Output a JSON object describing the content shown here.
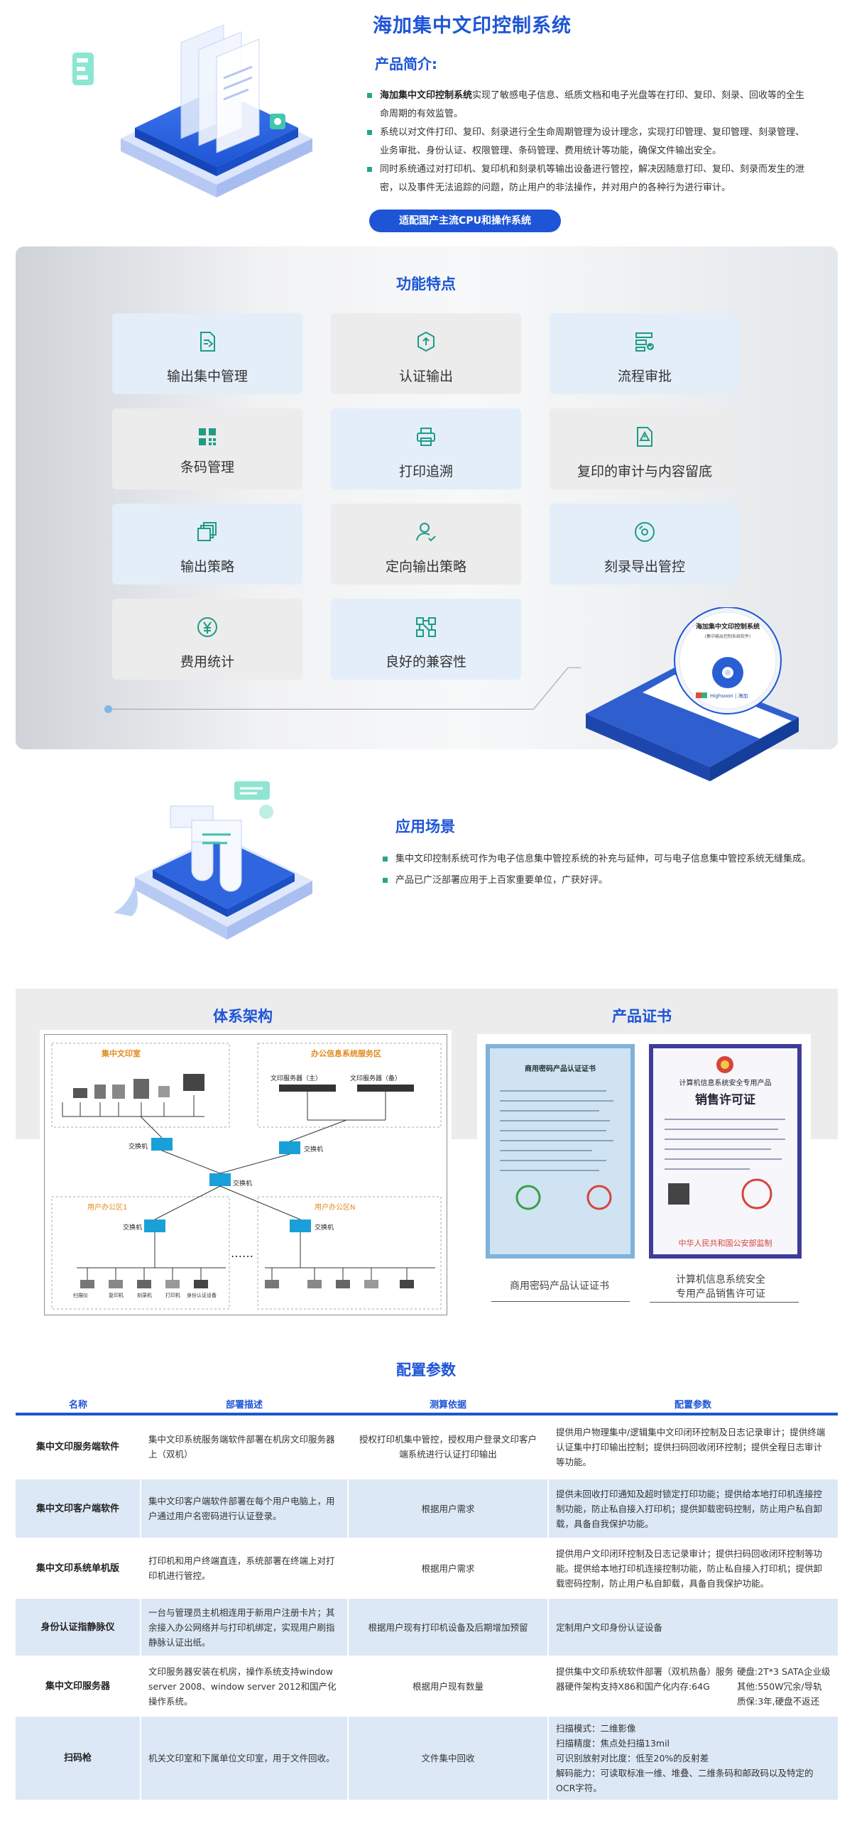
{
  "header": {
    "title": "海加集中文印控制系统",
    "intro_heading": "产品简介:",
    "intro_items": [
      {
        "bold": "海加集中文印控制系统",
        "text": "实现了敏感电子信息、纸质文档和电子光盘等在打印、复印、刻录、回收等的全生命周期的有效监管。"
      },
      {
        "bold": "",
        "text": "系统以对文件打印、复印、刻录进行全生命周期管理为设计理念，实现打印管理、复印管理、刻录管理、业务审批、身份认证、权限管理、条码管理、费用统计等功能，确保文件输出安全。"
      },
      {
        "bold": "",
        "text": "同时系统通过对打印机、复印机和刻录机等输出设备进行管控，解决因随意打印、复印、刻录而发生的泄密，以及事件无法追踪的问题，防止用户的非法操作，并对用户的各种行为进行审计。"
      }
    ],
    "badge": "适配国产主流CPU和操作系统"
  },
  "features": {
    "title": "功能特点",
    "items": [
      {
        "label": "输出集中管理",
        "icon": "document-export-icon"
      },
      {
        "label": "认证输出",
        "icon": "shield-upload-icon"
      },
      {
        "label": "流程审批",
        "icon": "approval-flow-icon"
      },
      {
        "label": "条码管理",
        "icon": "barcode-grid-icon"
      },
      {
        "label": "打印追溯",
        "icon": "printer-icon"
      },
      {
        "label": "复印的审计与内容留底",
        "icon": "audit-document-icon"
      },
      {
        "label": "输出策略",
        "icon": "layers-icon"
      },
      {
        "label": "定向输出策略",
        "icon": "user-check-icon"
      },
      {
        "label": "刻录导出管控",
        "icon": "disc-icon"
      },
      {
        "label": "费用统计",
        "icon": "yen-coin-icon"
      },
      {
        "label": "良好的兼容性",
        "icon": "network-nodes-icon"
      }
    ],
    "disc": {
      "label": "海加集中文印控制系统",
      "sublabel": "(集中输出控制系统软件)",
      "brand": "Highsoon | 海加"
    }
  },
  "scenario": {
    "title": "应用场景",
    "items": [
      "集中文印控制系统可作为电子信息集中管控系统的补充与延伸，可与电子信息集中管控系统无缝集成。",
      "产品已广泛部署应用于上百家重要单位，广获好评。"
    ]
  },
  "architecture": {
    "title": "体系架构",
    "zone_center": "集中文印室",
    "zone_office": "办公信息系统服务区",
    "zone_user1": "用户办公区1",
    "zone_userN": "用户办公区N",
    "server_main": "文印服务器（主）",
    "server_backup": "文印服务器（备）",
    "switch": "交换机",
    "dots": "……",
    "device_labels": [
      "扫描仪",
      "复印机",
      "刻录机",
      "打印机",
      "身份认证设备"
    ]
  },
  "certificates": {
    "title": "产品证书",
    "cert1_header": "商用密码产品认证证书",
    "cert1_caption": "商用密码产品认证证书",
    "cert2_header_small": "计算机信息系统安全专用产品",
    "cert2_header": "销售许可证",
    "cert2_footer": "中华人民共和国公安部监制",
    "cert2_caption_line1": "计算机信息系统安全",
    "cert2_caption_line2": "专用产品销售许可证"
  },
  "config": {
    "title": "配置参数",
    "headers": [
      "名称",
      "部署描述",
      "测算依据",
      "配置参数"
    ],
    "rows": [
      {
        "name": "集中文印服务端软件",
        "desc": "集中文印系统服务端软件部署在机房文印服务器上（双机）",
        "basis": "授权打印机集中管控，授权用户登录文印客户端系统进行认证打印输出",
        "params": "提供用户物理集中/逻辑集中文印闭环控制及日志记录审计；提供终端认证集中打印输出控制；提供扫码回收闭环控制；提供全程日志审计等功能。"
      },
      {
        "name": "集中文印客户端软件",
        "desc": "集中文印客户端软件部署在每个用户电脑上，用户通过用户名密码进行认证登录。",
        "basis": "根据用户需求",
        "params": "提供未回收打印通知及超时锁定打印功能；提供给本地打印机连接控制功能，防止私自接入打印机；提供卸载密码控制，防止用户私自卸载，具备自我保护功能。"
      },
      {
        "name": "集中文印系统单机版",
        "desc": "打印机和用户终端直连，系统部署在终端上对打印机进行管控。",
        "basis": "根据用户需求",
        "params": "提供用户文印闭环控制及日志记录审计；提供扫码回收闭环控制等功能。提供给本地打印机连接控制功能，防止私自接入打印机；提供卸载密码控制，防止用户私自卸载，具备自我保护功能。"
      },
      {
        "name": "身份认证指静脉仪",
        "desc": "一台与管理员主机相连用于新用户注册卡片；其余接入办公网络并与打印机绑定，实现用户刷指静脉认证出纸。",
        "basis": "根据用户现有打印机设备及后期增加预留",
        "params": "定制用户文印身份认证设备"
      },
      {
        "name": "集中文印服务器",
        "desc": "文印服务器安装在机房，操作系统支持window server 2008、window server 2012和国产化操作系统。",
        "basis": "根据用户现有数量",
        "params_a": "提供集中文印系统软件部署（双机热备）服务器硬件架构支持X86和国产化内存:64G",
        "params_b": "硬盘:2T*3 SATA企业级其他:550W冗余/导轨质保:3年,硬盘不返还"
      },
      {
        "name": "扫码枪",
        "desc": "机关文印室和下属单位文印室，用于文件回收。",
        "basis": "文件集中回收",
        "params": "扫描模式：二维影像\n扫描精度：焦点处扫描13mil\n可识别放射对比度：低至20%的反射差\n解码能力：可读取标准一维、堆叠、二维条码和邮政码以及特定的OCR字符。"
      }
    ]
  },
  "colors": {
    "brand_blue": "#1d55d6",
    "accent_green": "#25a68f",
    "row_tint": "#dde8f6"
  }
}
